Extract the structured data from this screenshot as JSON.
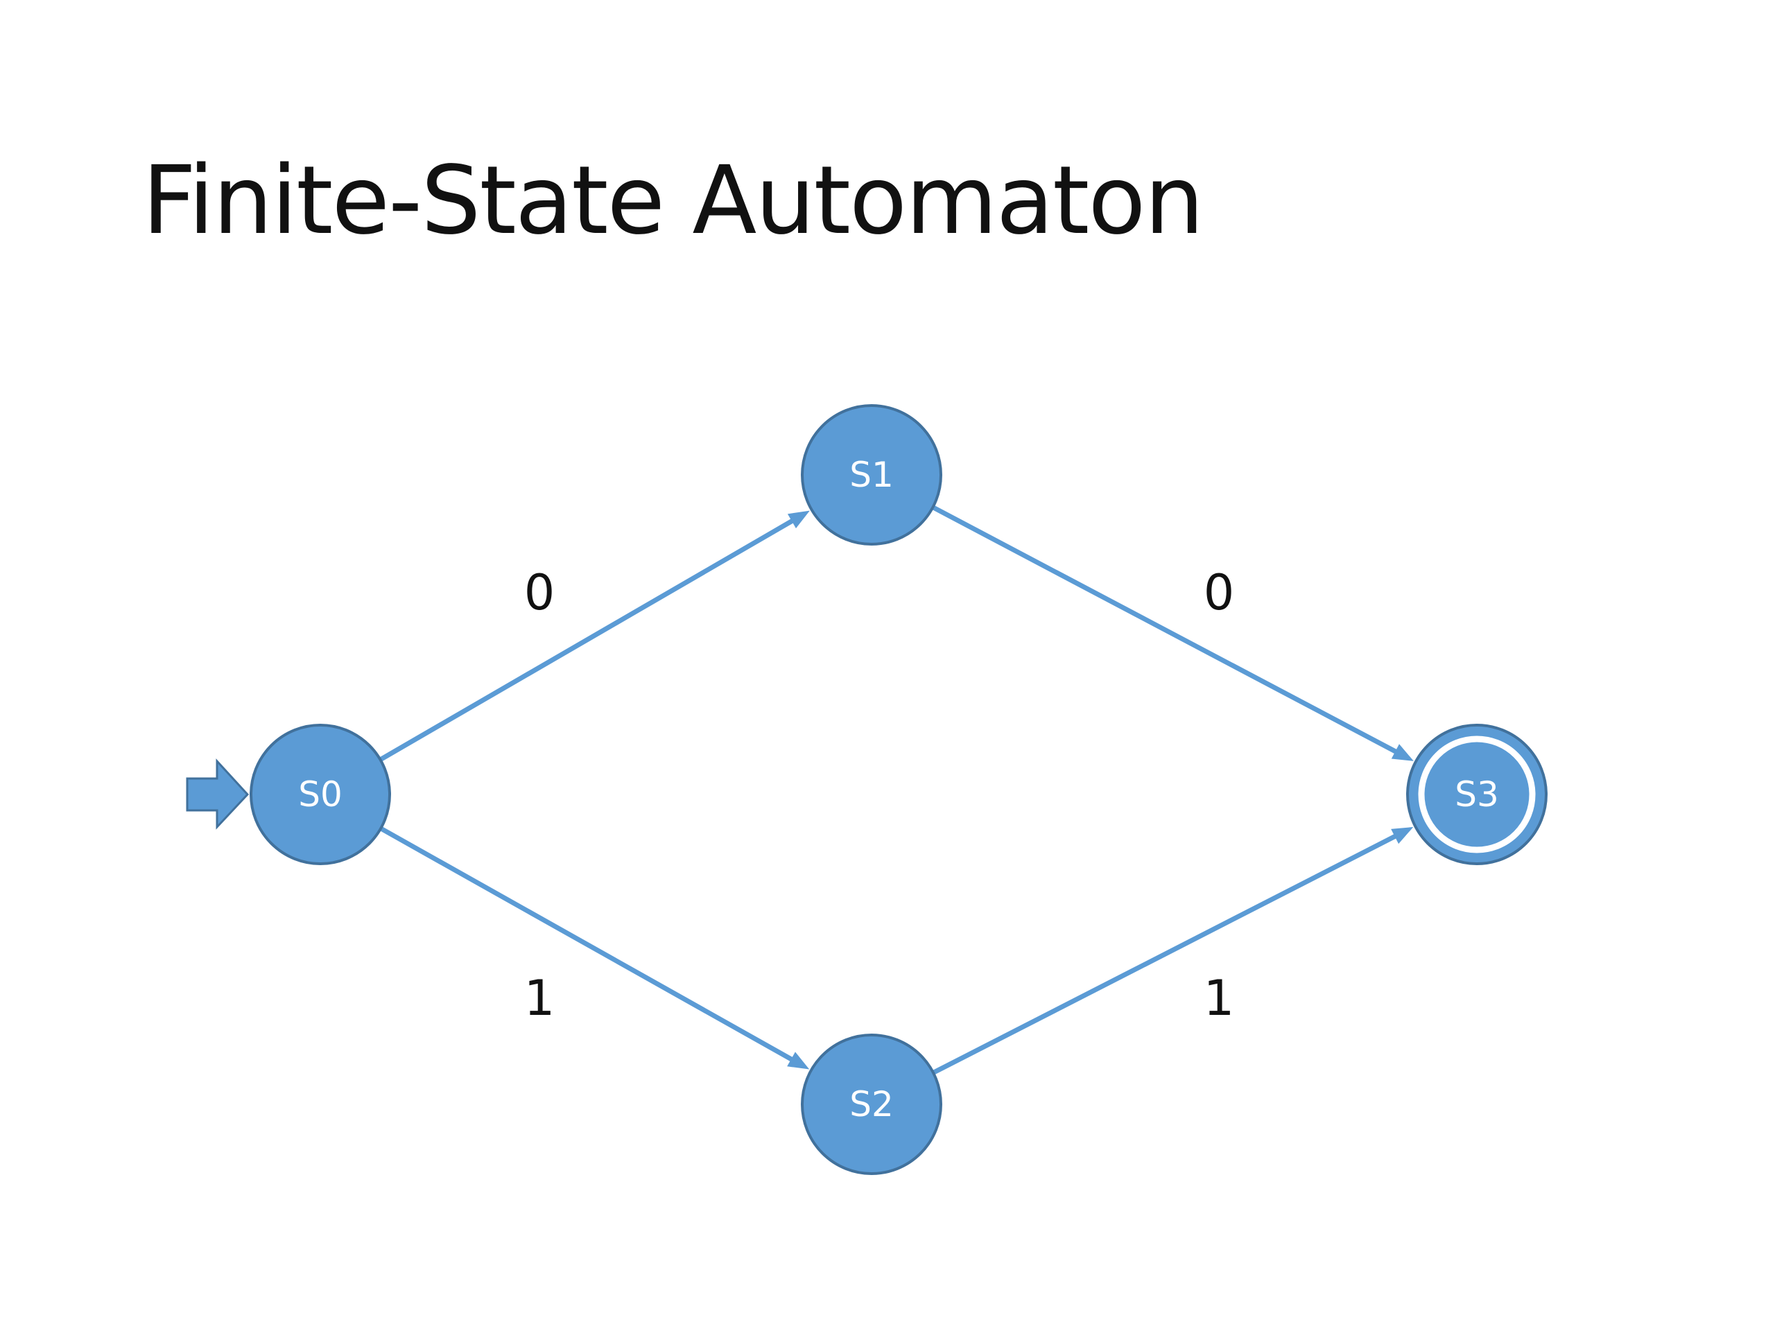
{
  "title": "Finite-State Automaton",
  "colors": {
    "node_fill": "#5b9bd5",
    "node_stroke": "#41719c",
    "edge": "#5b9bd5",
    "node_text": "#ffffff",
    "edge_text": "#111111"
  },
  "automaton": {
    "start_state": "S0",
    "accept_states": [
      "S3"
    ],
    "states": [
      {
        "id": "S0",
        "label": "S0",
        "initial": true,
        "accepting": false
      },
      {
        "id": "S1",
        "label": "S1",
        "initial": false,
        "accepting": false
      },
      {
        "id": "S2",
        "label": "S2",
        "initial": false,
        "accepting": false
      },
      {
        "id": "S3",
        "label": "S3",
        "initial": false,
        "accepting": true
      }
    ],
    "transitions": [
      {
        "from": "S0",
        "to": "S1",
        "symbol": "0"
      },
      {
        "from": "S1",
        "to": "S3",
        "symbol": "0"
      },
      {
        "from": "S0",
        "to": "S2",
        "symbol": "1"
      },
      {
        "from": "S2",
        "to": "S3",
        "symbol": "1"
      }
    ]
  }
}
